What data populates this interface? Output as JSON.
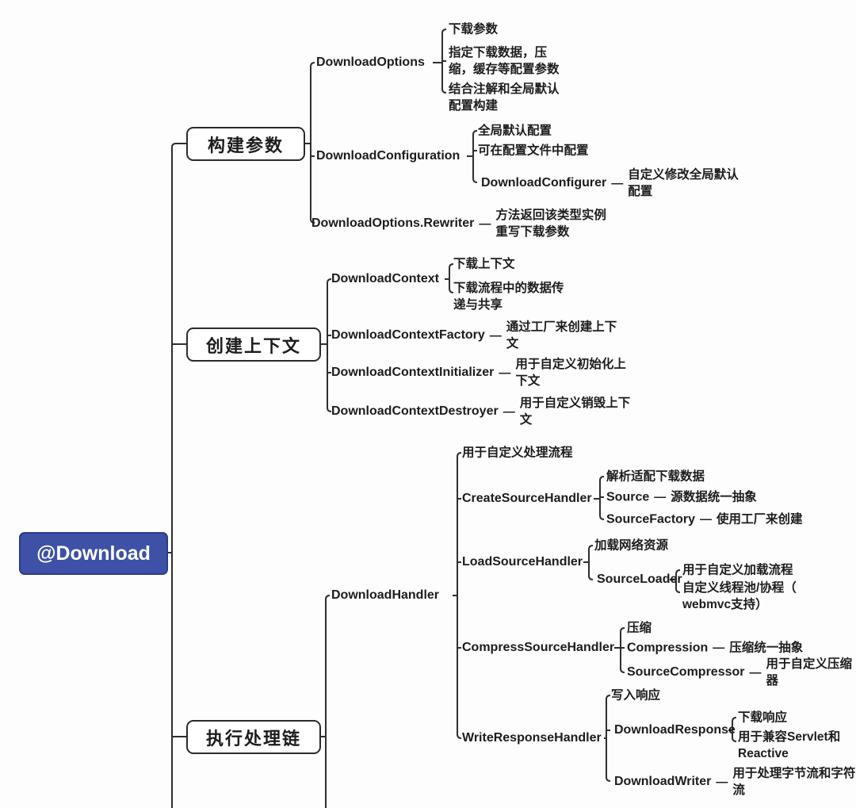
{
  "colors": {
    "root_bg": "#3E51A6",
    "root_border": "#2C3A8C",
    "line": "#2E2E2E",
    "text": "#1C1C1C"
  },
  "dash": "—",
  "root": {
    "label": "@Download"
  },
  "branches": [
    {
      "label": "构建参数",
      "children": [
        {
          "label": "DownloadOptions",
          "notes": [
            "下载参数",
            "指定下载数据，压\n缩，缓存等配置参数",
            "结合注解和全局默认\n配置构建"
          ]
        },
        {
          "label": "DownloadConfiguration",
          "notes": [
            "全局默认配置",
            "可在配置文件中配置"
          ],
          "children": [
            {
              "label": "DownloadConfigurer",
              "note": "自定义修改全局默认\n配置"
            }
          ]
        },
        {
          "label": "DownloadOptions.Rewriter",
          "note": "方法返回该类型实例\n重写下载参数"
        }
      ]
    },
    {
      "label": "创建上下文",
      "children": [
        {
          "label": "DownloadContext",
          "notes": [
            "下载上下文",
            "下载流程中的数据传\n递与共享"
          ]
        },
        {
          "label": "DownloadContextFactory",
          "note": "通过工厂来创建上下\n文"
        },
        {
          "label": "DownloadContextInitializer",
          "note": "用于自定义初始化上\n下文"
        },
        {
          "label": "DownloadContextDestroyer",
          "note": "用于自定义销毁上下\n文"
        }
      ]
    },
    {
      "label": "执行处理链",
      "children": [
        {
          "label": "DownloadHandler",
          "notes": [
            "用于自定义处理流程"
          ],
          "children": [
            {
              "label": "CreateSourceHandler",
              "notes": [
                "解析适配下载数据"
              ],
              "children": [
                {
                  "label": "Source",
                  "note": "源数据统一抽象"
                },
                {
                  "label": "SourceFactory",
                  "note": "使用工厂来创建"
                }
              ]
            },
            {
              "label": "LoadSourceHandler",
              "notes": [
                "加载网络资源"
              ],
              "children": [
                {
                  "label": "SourceLoader",
                  "notes": [
                    "用于自定义加载流程",
                    "自定义线程池/协程（\nwebmvc支持）"
                  ]
                }
              ]
            },
            {
              "label": "CompressSourceHandler",
              "notes": [
                "压缩"
              ],
              "children": [
                {
                  "label": "Compression",
                  "note": "压缩统一抽象"
                },
                {
                  "label": "SourceCompressor",
                  "note": "用于自定义压缩器"
                }
              ]
            },
            {
              "label": "WriteResponseHandler",
              "notes": [
                "写入响应"
              ],
              "children": [
                {
                  "label": "DownloadResponse",
                  "notes": [
                    "下载响应",
                    "用于兼容Servlet和\nReactive"
                  ]
                },
                {
                  "label": "DownloadWriter",
                  "note": "用于处理字节流和字符\n流"
                }
              ]
            }
          ]
        }
      ]
    }
  ]
}
